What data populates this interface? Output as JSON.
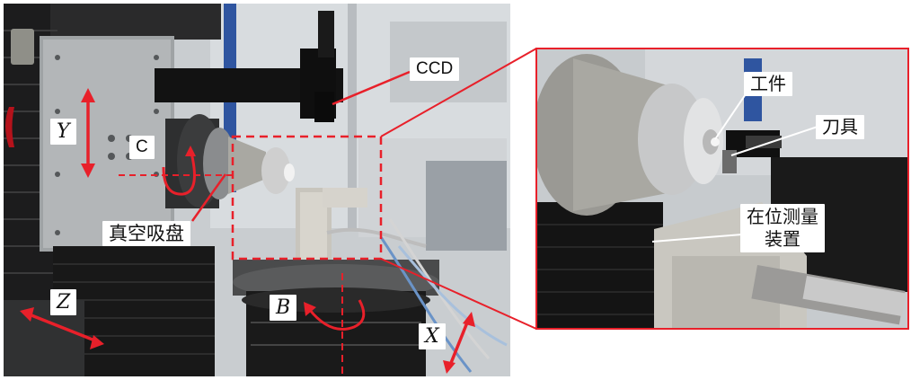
{
  "figure": {
    "left_photo": {
      "labels": {
        "ccd": "CCD",
        "y_axis": "Y",
        "c_axis": "C",
        "vacuum_chuck": "真空吸盘",
        "z_axis": "Z",
        "b_axis": "B",
        "x_axis": "X"
      }
    },
    "inset_photo": {
      "labels": {
        "workpiece": "工件",
        "tool": "刀具",
        "in_situ_measurement_line1": "在位测量",
        "in_situ_measurement_line2": "装置"
      }
    },
    "annotation_color": "#e8202a"
  }
}
